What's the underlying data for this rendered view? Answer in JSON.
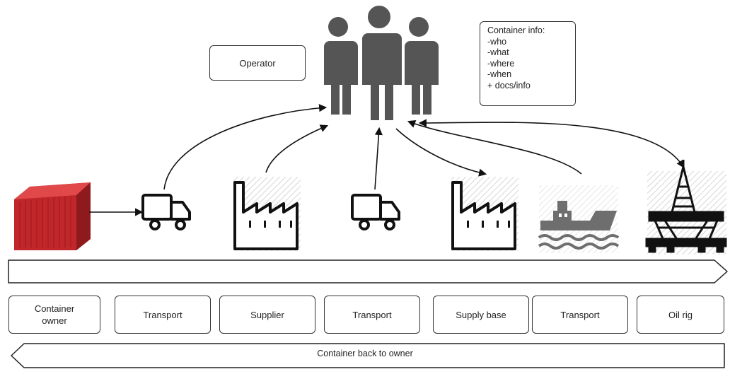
{
  "operator_label": "Operator",
  "container_info": {
    "title": "Container info:",
    "lines": [
      "-who",
      "-what",
      "-where",
      "-when",
      "+ docs/info"
    ]
  },
  "stages": [
    {
      "label": "Container owner",
      "icon": "shipping-container-icon"
    },
    {
      "label": "Transport",
      "icon": "truck-icon"
    },
    {
      "label": "Supplier",
      "icon": "factory-icon"
    },
    {
      "label": "Transport",
      "icon": "truck-icon"
    },
    {
      "label": "Supply base",
      "icon": "factory-icon"
    },
    {
      "label": "Transport",
      "icon": "ship-icon"
    },
    {
      "label": "Oil rig",
      "icon": "oil-rig-icon"
    }
  ],
  "return_label": "Container back to owner",
  "colors": {
    "container": "#c0262a",
    "ship": "#6e6e6e",
    "people": "#555555",
    "line": "#111111"
  }
}
